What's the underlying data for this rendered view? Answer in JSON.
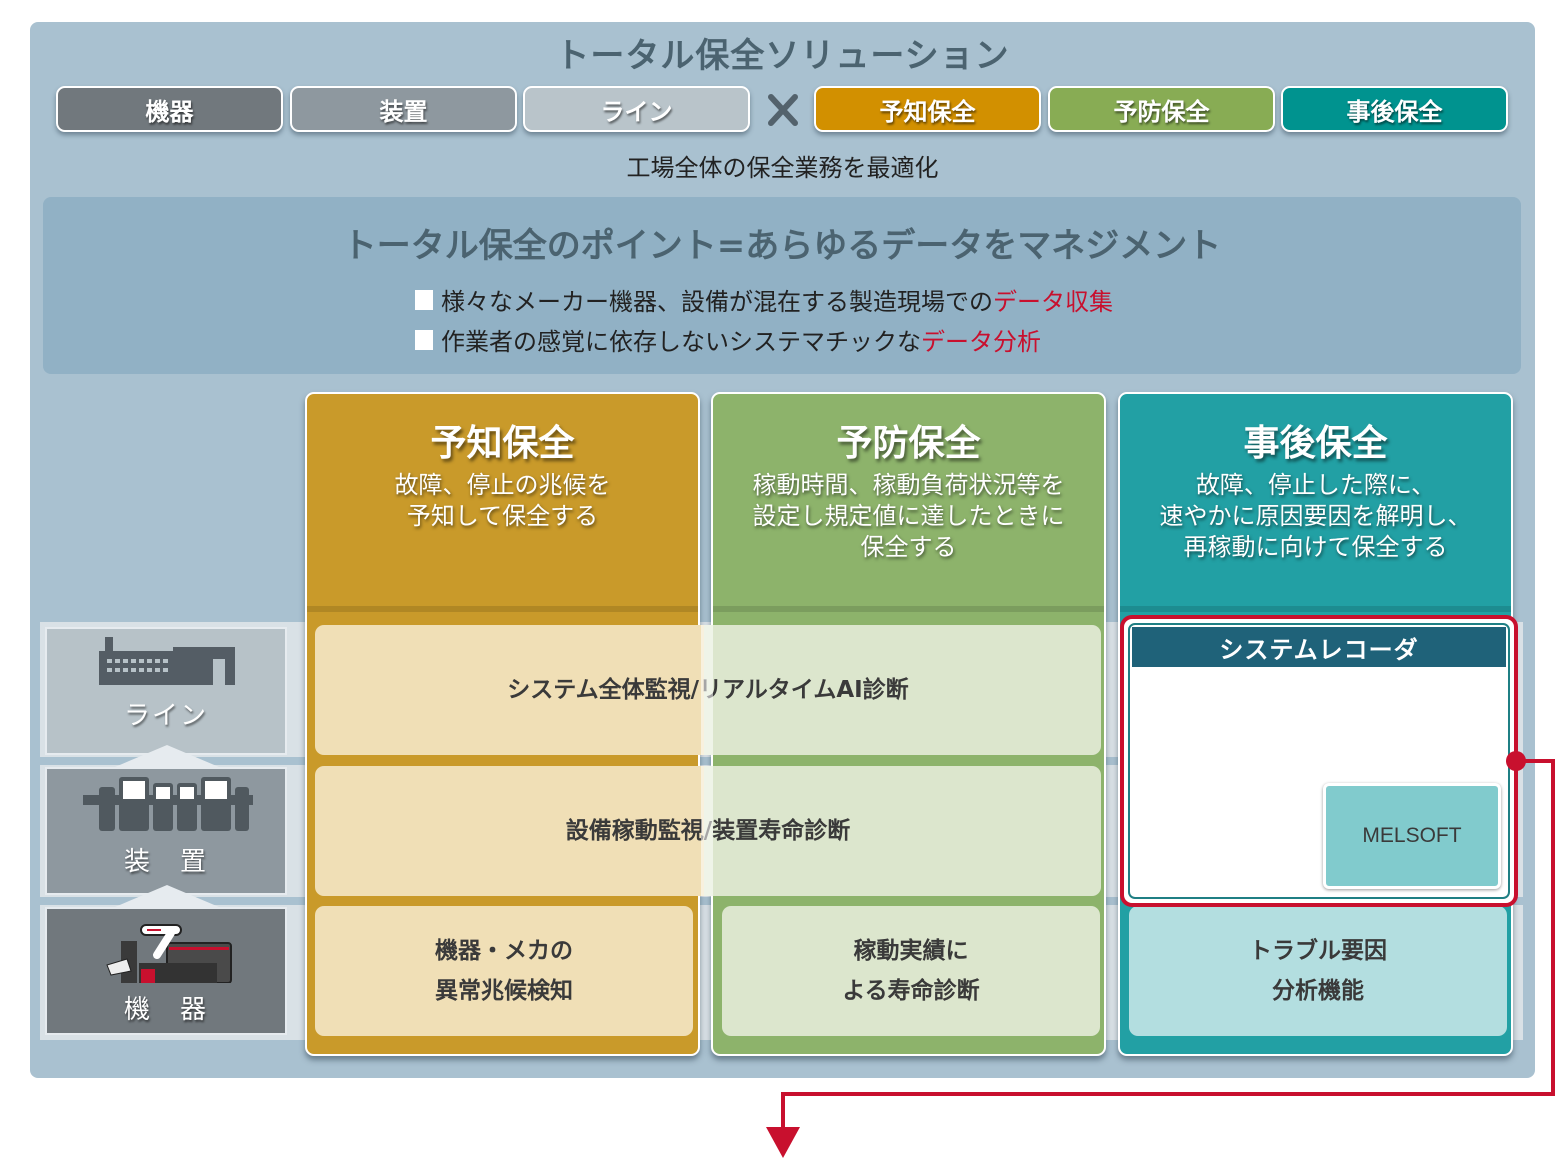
{
  "header": {
    "title": "トータル保全ソリューション",
    "scope_items": [
      {
        "label": "機器",
        "color": "#71787d"
      },
      {
        "label": "装置",
        "color": "#8e989f"
      },
      {
        "label": "ライン",
        "color": "#b9c4ca"
      }
    ],
    "times_symbol": "×",
    "maintenance_items": [
      {
        "label": "予知保全",
        "color": "#d29000"
      },
      {
        "label": "予防保全",
        "color": "#88ac54"
      },
      {
        "label": "事後保全",
        "color": "#00938f"
      }
    ],
    "subtitle": "工場全体の保全業務を最適化"
  },
  "point": {
    "title": "トータル保全のポイント=あらゆるデータをマネジメント",
    "bullets": [
      {
        "text": "様々なメーカー機器、設備が混在する製造現場での",
        "highlight": "データ収集"
      },
      {
        "text": "作業者の感覚に依存しないシステマチックな",
        "highlight": "データ分析"
      }
    ]
  },
  "levels": [
    {
      "label": "ライン",
      "icon": "factory-icon"
    },
    {
      "label": "装　置",
      "icon": "production-line-icon"
    },
    {
      "label": "機　器",
      "icon": "devices-icon"
    }
  ],
  "columns": [
    {
      "title": "予知保全",
      "desc_lines": [
        "故障、停止の兆候を",
        "予知して保全する"
      ],
      "color": "#c99a2a",
      "cell_color": "#f0dfb6",
      "device_cell_lines": [
        "機器・メカの",
        "異常兆候検知"
      ]
    },
    {
      "title": "予防保全",
      "desc_lines": [
        "稼動時間、稼動負荷状況等を",
        "設定し規定値に達したときに",
        "保全する"
      ],
      "color": "#8db36b",
      "cell_color": "#dce6cd",
      "device_cell_lines": [
        "稼動実績に",
        "よる寿命診断"
      ]
    },
    {
      "title": "事後保全",
      "desc_lines": [
        "故障、停止した際に、",
        "速やかに原因要因を解明し、",
        "再稼動に向けて保全する"
      ],
      "color": "#22a0a4",
      "cell_color": "#b3dee0",
      "device_cell_lines": [
        "トラブル要因",
        "分析機能"
      ]
    }
  ],
  "shared_cells": {
    "line": "システム全体監視/リアルタイムAI診断",
    "equipment": "設備稼動監視/装置寿命診断"
  },
  "recorder": {
    "title": "システムレコーダ",
    "software": "MELSOFT"
  },
  "accent_color": "#c8102e"
}
